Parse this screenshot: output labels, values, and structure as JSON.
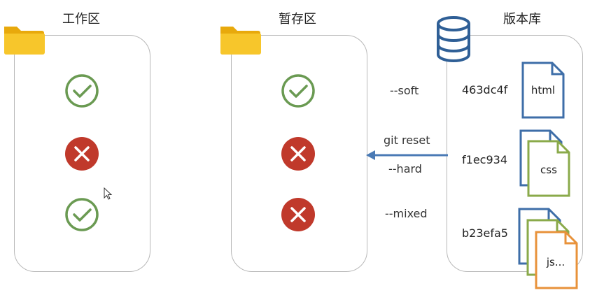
{
  "areas": {
    "working": {
      "title": "工作区",
      "states": [
        "check",
        "cross",
        "check"
      ]
    },
    "staging": {
      "title": "暂存区",
      "states": [
        "check",
        "cross",
        "cross"
      ]
    },
    "repo": {
      "title": "版本库",
      "commits": [
        {
          "hash": "463dc4f",
          "files": [
            "html"
          ]
        },
        {
          "hash": "f1ec934",
          "files": [
            "css"
          ]
        },
        {
          "hash": "b23efa5",
          "files": [
            "js..."
          ]
        }
      ]
    }
  },
  "command": {
    "label": "git reset",
    "options": [
      "--soft",
      "--hard",
      "--mixed"
    ]
  },
  "icons": {
    "folder": "folder-icon",
    "database": "database-icon",
    "check": "check-circle-icon",
    "cross": "cross-circle-icon",
    "file": "document-icon",
    "cursor": "mouse-cursor-icon"
  },
  "colors": {
    "check": "#6a9a52",
    "cross": "#c0392b",
    "folder": "#f5c518",
    "database": "#3a6ea5",
    "arrow": "#4a7ab5",
    "file_blue": "#3e6ea8",
    "file_green": "#8aaa4a",
    "file_orange": "#e8923a"
  }
}
